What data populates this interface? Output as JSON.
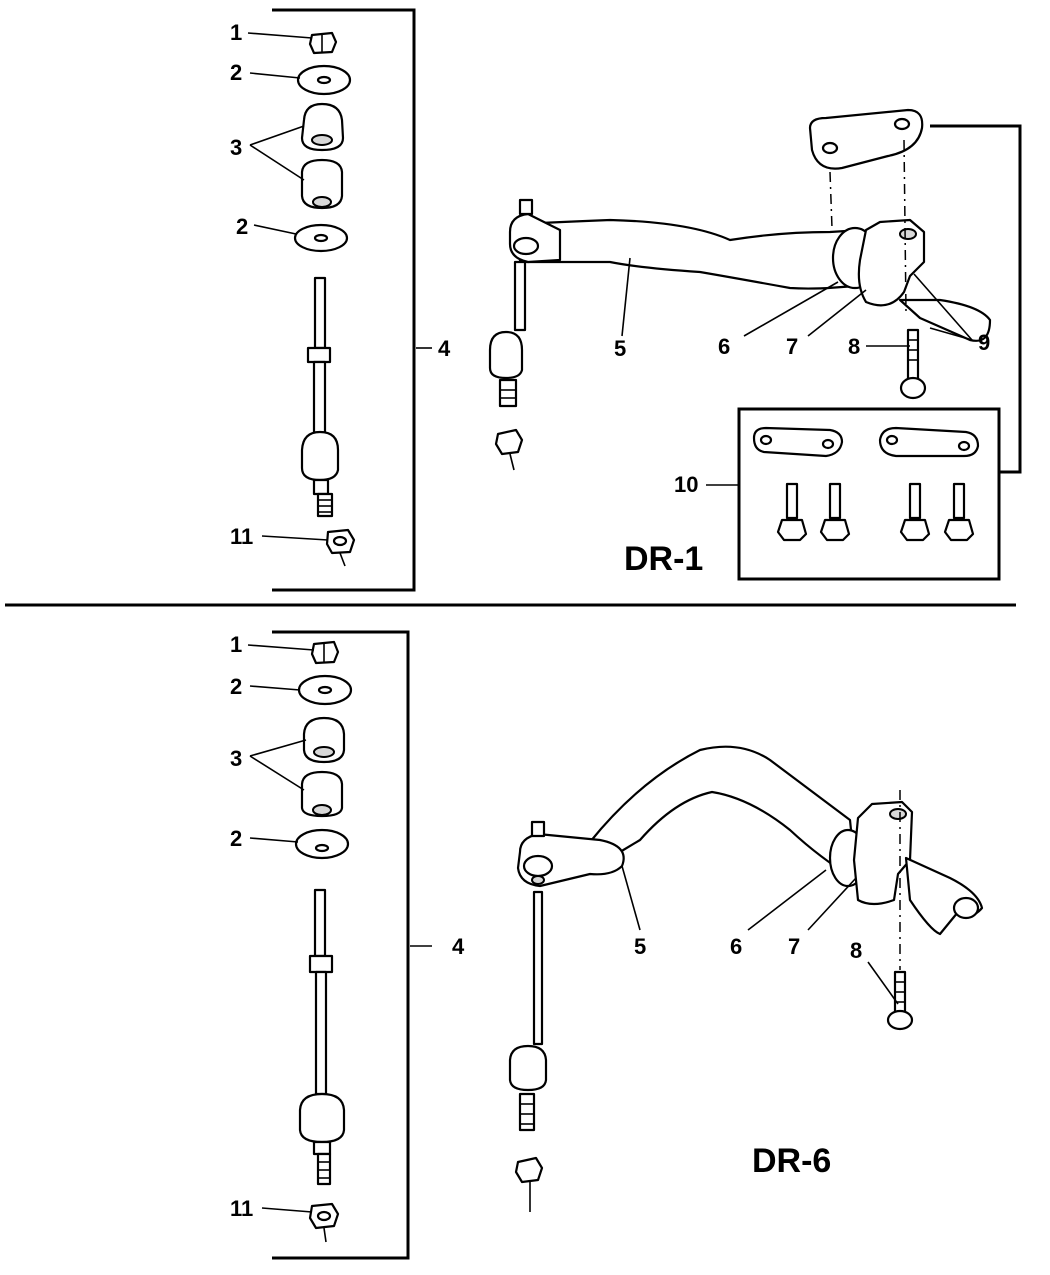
{
  "panels": [
    {
      "code": "DR-1",
      "callouts": {
        "c1": "1",
        "c2a": "2",
        "c3": "3",
        "c2b": "2",
        "c4": "4",
        "c11": "11",
        "c5": "5",
        "c6": "6",
        "c7": "7",
        "c8": "8",
        "c9": "9",
        "c10": "10"
      }
    },
    {
      "code": "DR-6",
      "callouts": {
        "c1": "1",
        "c2a": "2",
        "c3": "3",
        "c2b": "2",
        "c4": "4",
        "c11": "11",
        "c5": "5",
        "c6": "6",
        "c7": "7",
        "c8": "8"
      }
    }
  ]
}
